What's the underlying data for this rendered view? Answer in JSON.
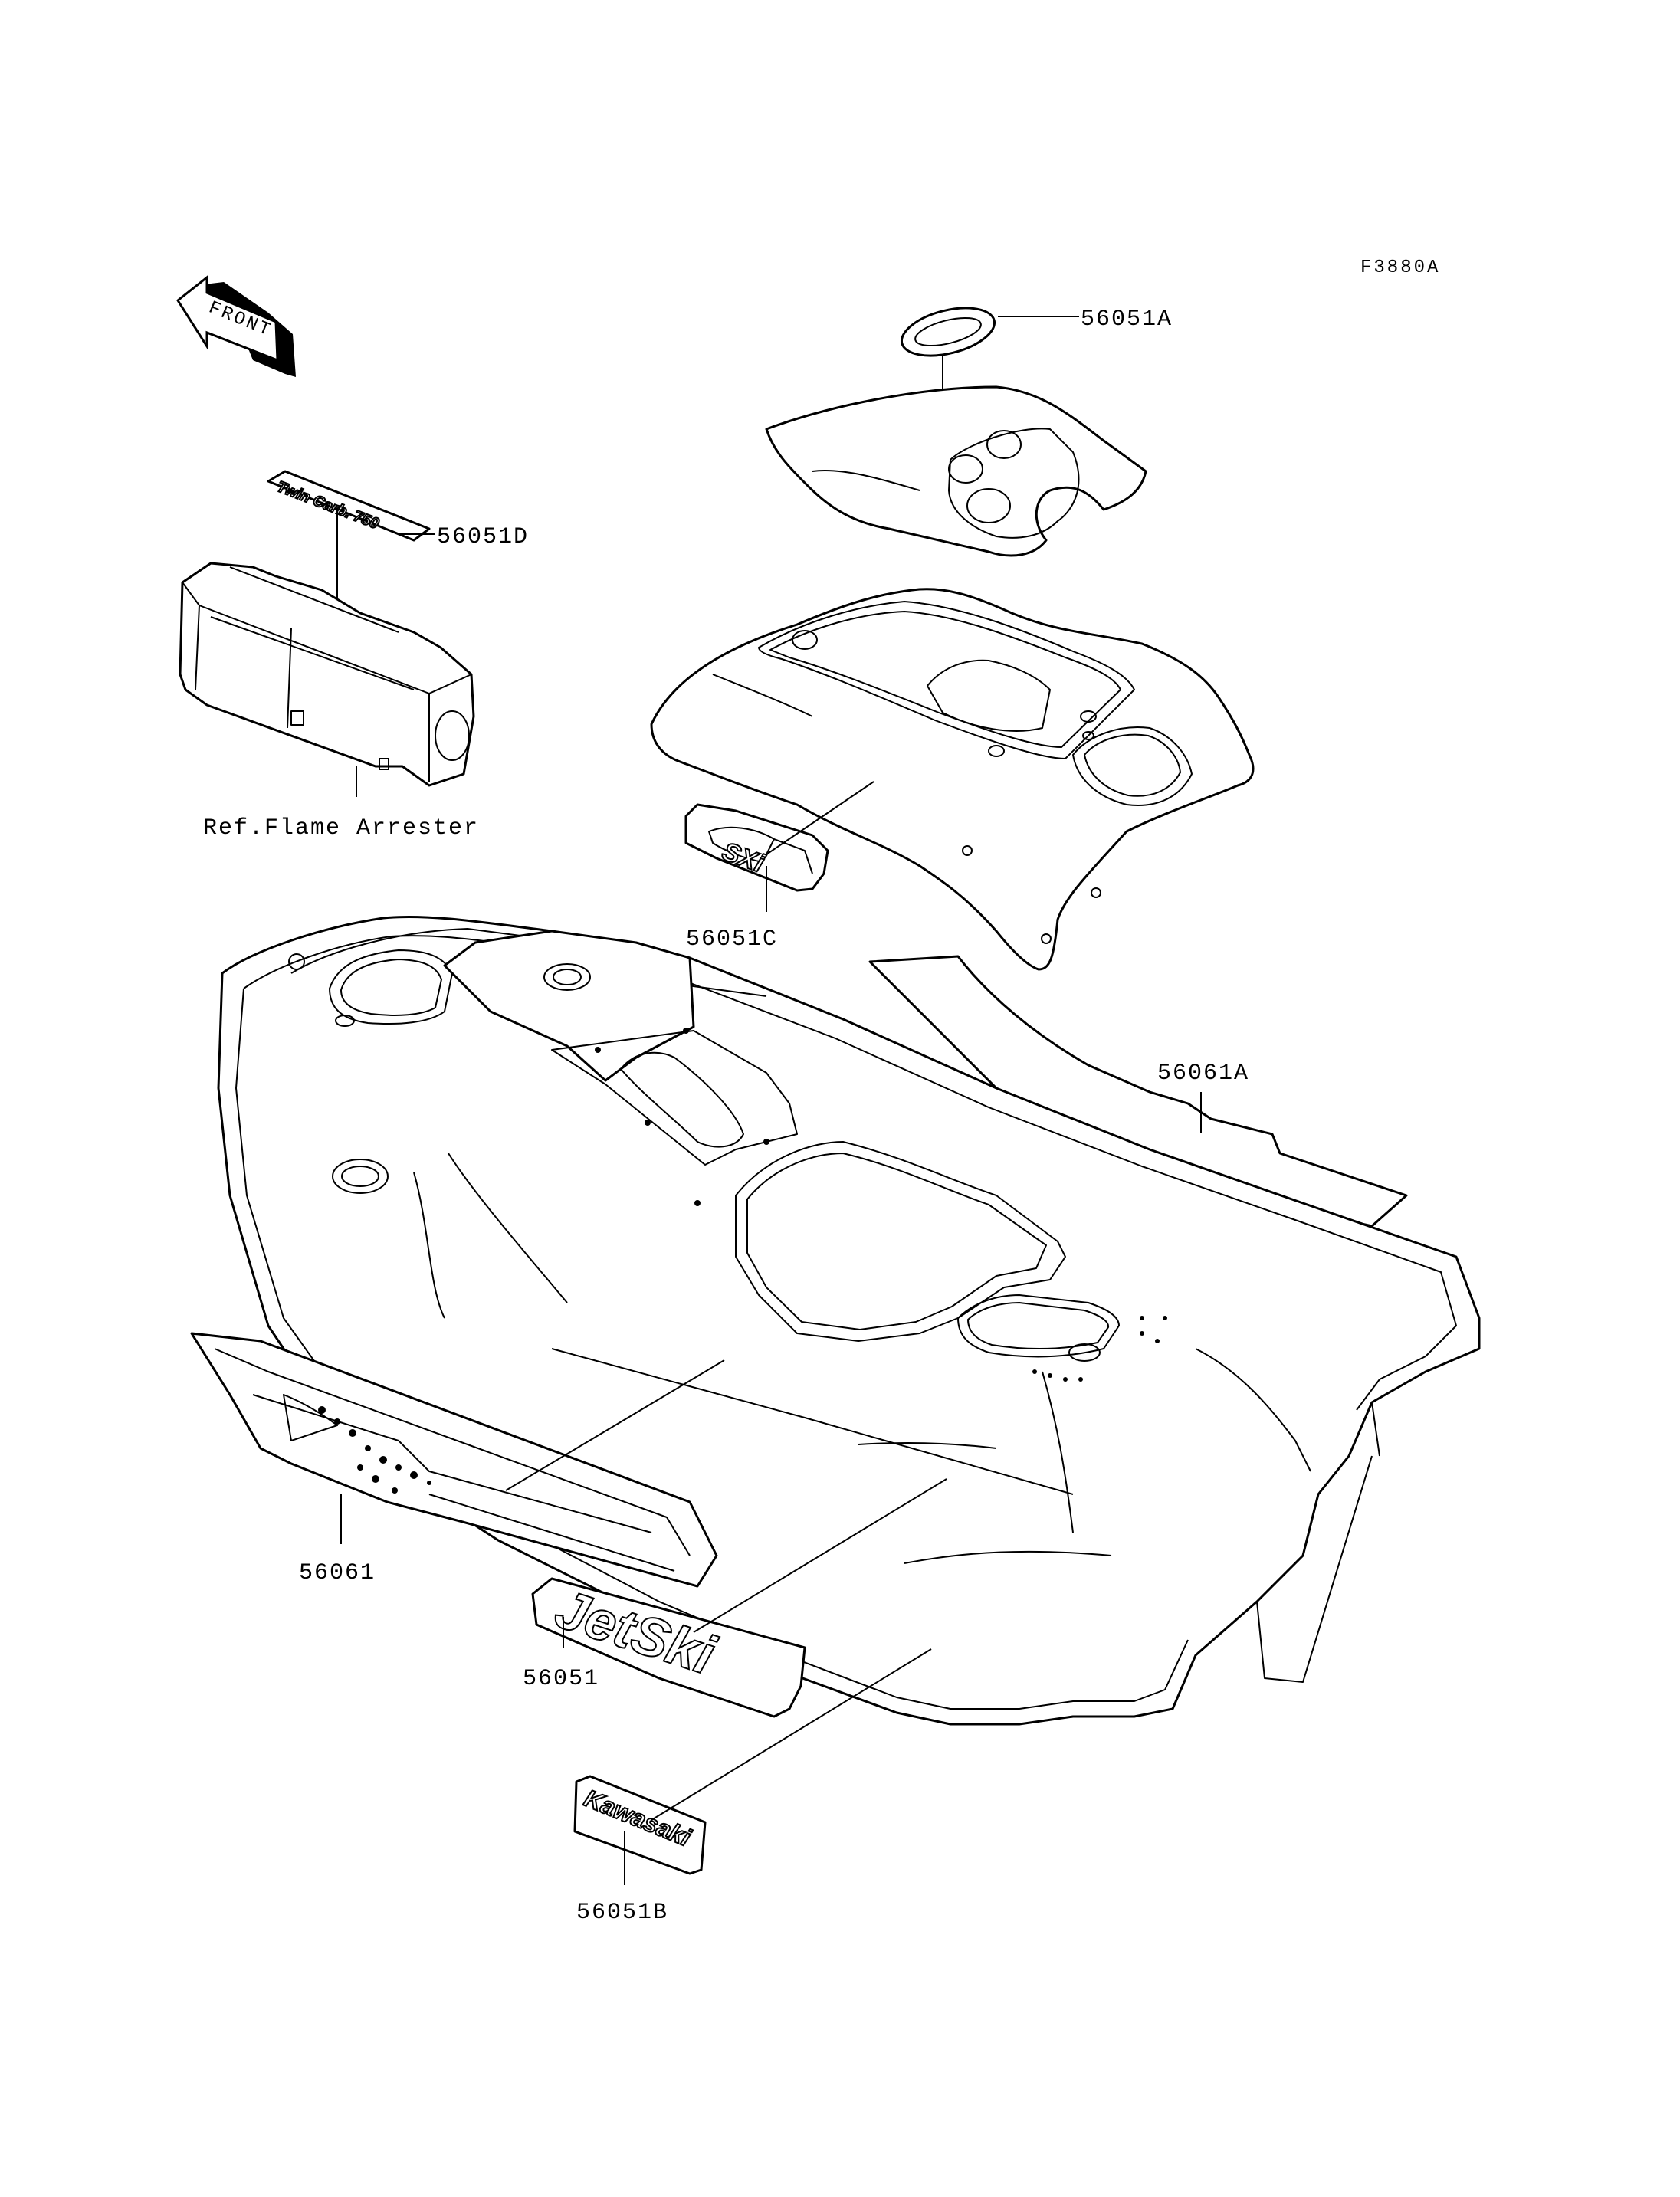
{
  "diagram_code": "F3880A",
  "front_marker": "FRONT",
  "labels": {
    "p56051A": "56051A",
    "p56051D": "56051D",
    "ref_flame_arrester": "Ref.Flame Arrester",
    "p56051C": "56051C",
    "p56061A": "56061A",
    "p56061": "56061",
    "p56051": "56051",
    "p56051B": "56051B"
  },
  "decal_text": {
    "twin_carb": "Twin Carb. 750",
    "jetski": "JetSki",
    "kawasaki": "Kawasaki",
    "sxi": "SXi"
  }
}
